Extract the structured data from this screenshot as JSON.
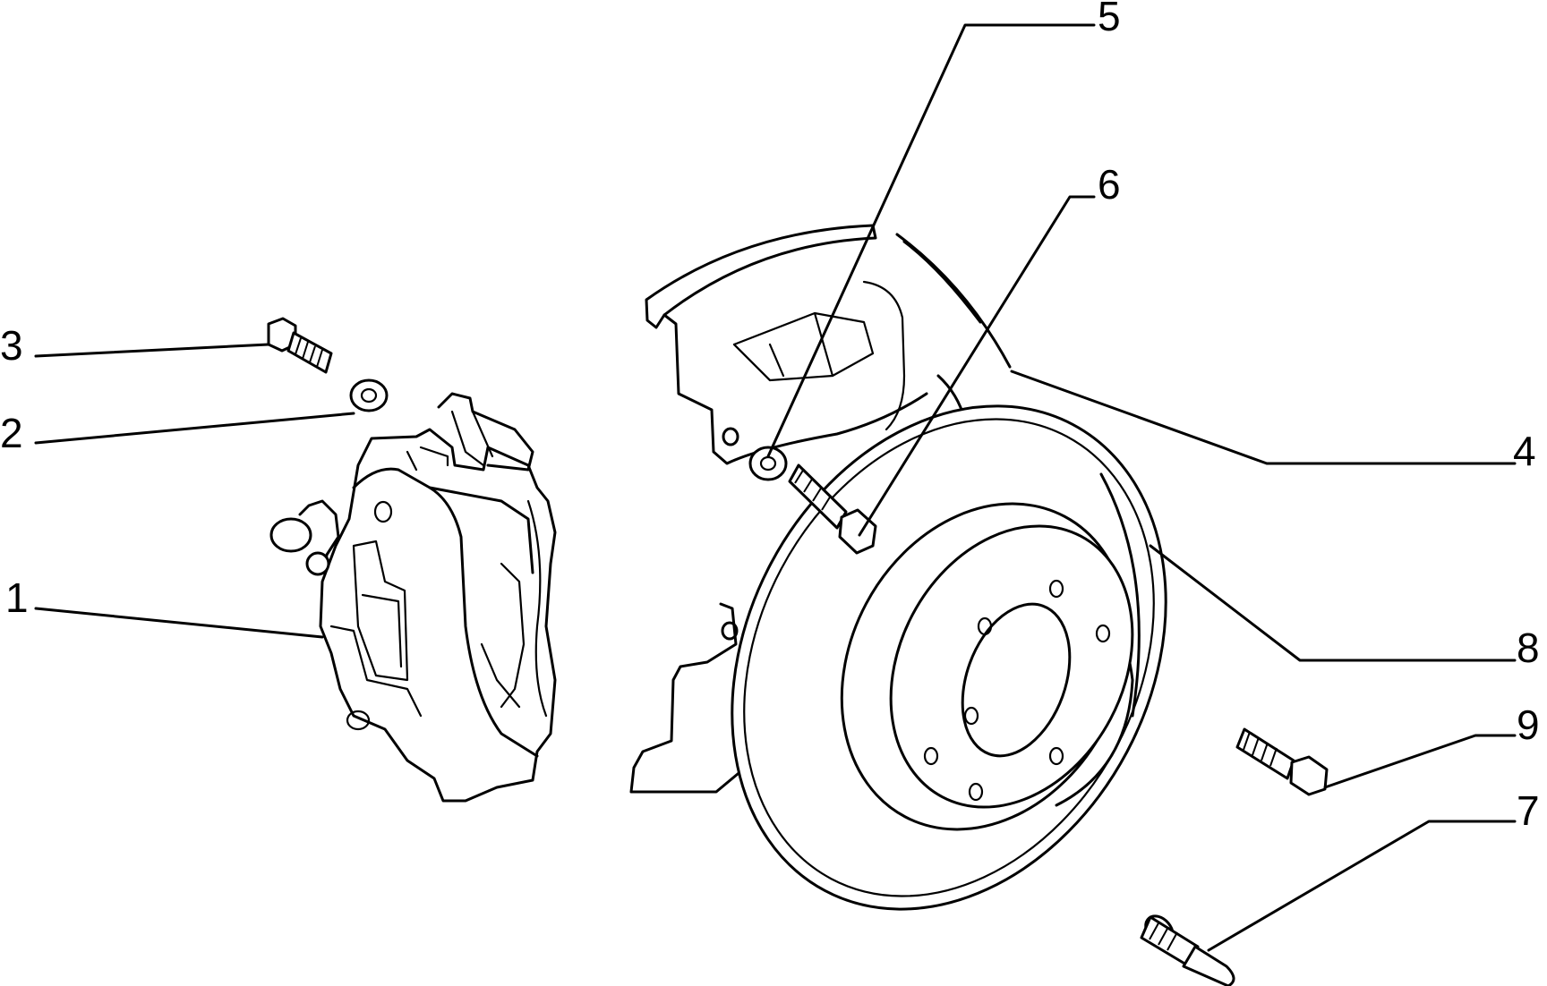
{
  "callouts": [
    {
      "id": "1",
      "label": "1",
      "part": "caliper-assembly"
    },
    {
      "id": "2",
      "label": "2",
      "part": "washer"
    },
    {
      "id": "3",
      "label": "3",
      "part": "caliper-bolt"
    },
    {
      "id": "4",
      "label": "4",
      "part": "dust-shield"
    },
    {
      "id": "5",
      "label": "5",
      "part": "shield-washer"
    },
    {
      "id": "6",
      "label": "6",
      "part": "shield-bolt"
    },
    {
      "id": "7",
      "label": "7",
      "part": "wheel-stud"
    },
    {
      "id": "8",
      "label": "8",
      "part": "brake-disc"
    },
    {
      "id": "9",
      "label": "9",
      "part": "disc-screw"
    }
  ],
  "colors": {
    "line": "#000000",
    "background": "#ffffff"
  }
}
